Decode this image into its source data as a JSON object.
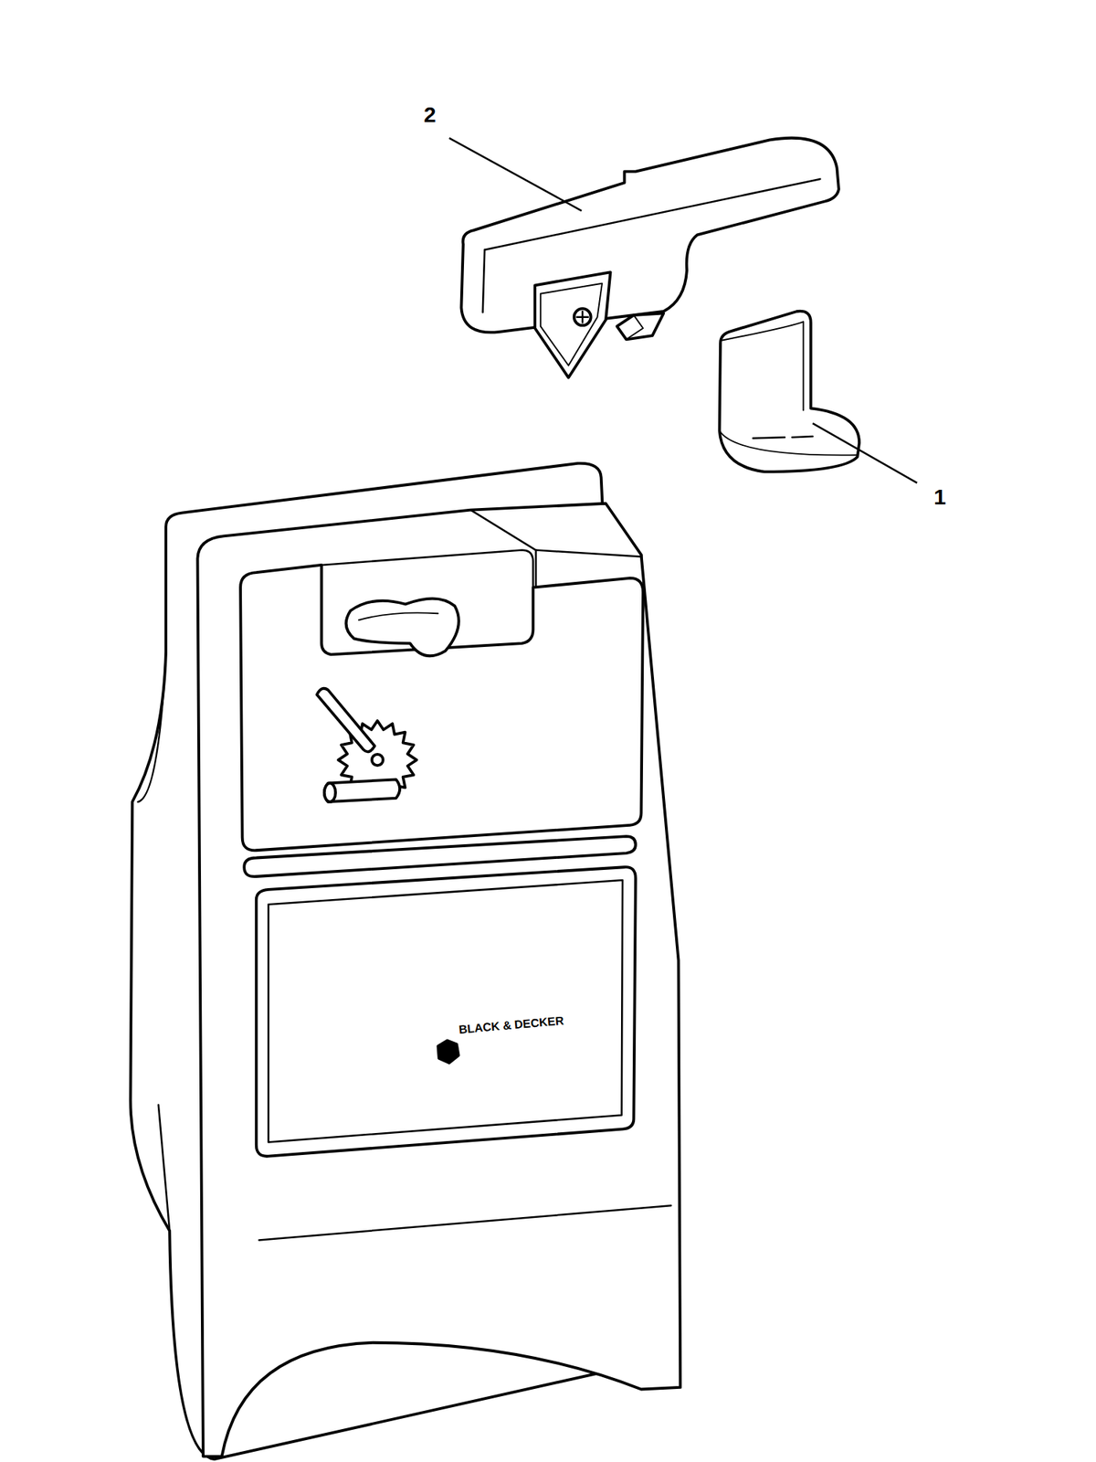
{
  "diagram": {
    "labels": [
      "2",
      "1",
      "BLACK & DECKER"
    ]
  }
}
